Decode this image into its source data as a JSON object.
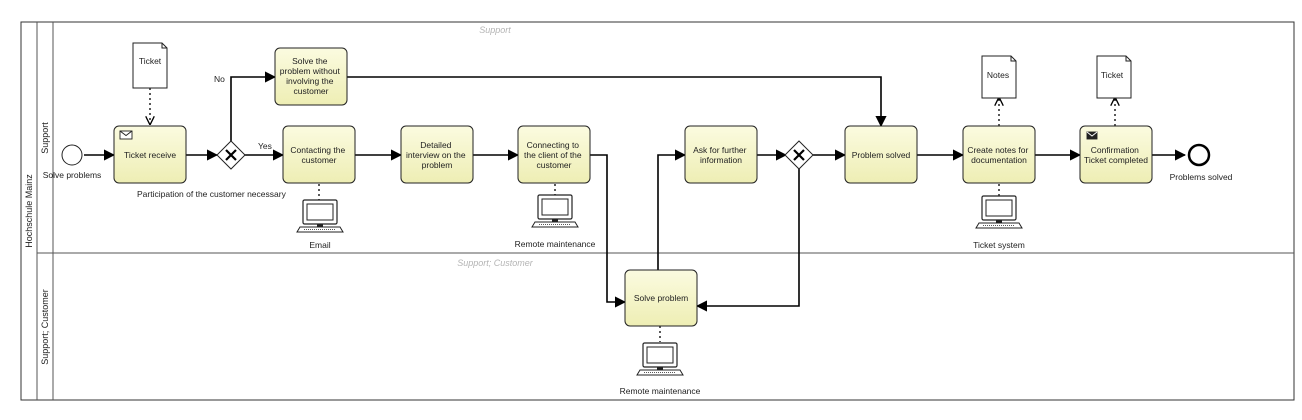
{
  "pool": {
    "title": "Hochschule Mainz"
  },
  "lanes": [
    {
      "id": "support",
      "label": "Support",
      "title": "Support"
    },
    {
      "id": "support-customer",
      "label": "Support; Customer",
      "title": "Support; Customer"
    }
  ],
  "tasks": {
    "ticket_receive": [
      "Ticket receive"
    ],
    "solve_without": [
      "Solve the",
      "problem without",
      "involving the",
      "customer"
    ],
    "contacting": [
      "Contacting the",
      "customer"
    ],
    "interview": [
      "Detailed",
      "interview on the",
      "problem"
    ],
    "connecting": [
      "Connecting to",
      "the client of the",
      "customer"
    ],
    "further_info": [
      "Ask for further",
      "information"
    ],
    "problem_solved": [
      "Problem solved"
    ],
    "create_notes": [
      "Create notes for",
      "documentation"
    ],
    "confirmation": [
      "Confirmation",
      "Ticket completed"
    ],
    "solve_problem": [
      "Solve problem"
    ]
  },
  "events": {
    "start": "Solve problems",
    "end": "Problems solved"
  },
  "gateway": {
    "decision_label": "Participation of the customer necessary",
    "yes": "Yes",
    "no": "No"
  },
  "documents": {
    "ticket_in": "Ticket",
    "notes": "Notes",
    "ticket_out": "Ticket"
  },
  "systems": {
    "email": "Email",
    "remote_1": "Remote maintenance",
    "ticket_system": "Ticket system",
    "remote_2": "Remote maintenance"
  }
}
